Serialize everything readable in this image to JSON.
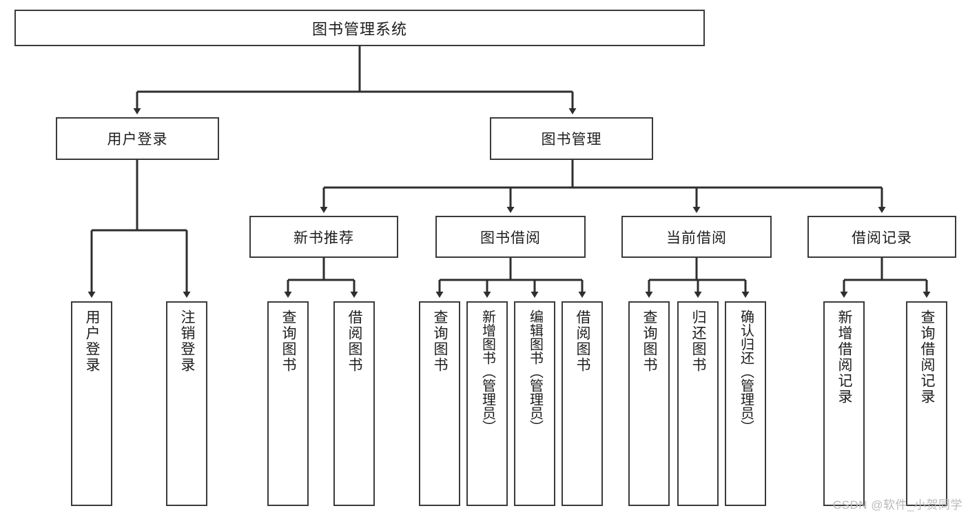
{
  "diagram": {
    "title": "图书管理系统",
    "type": "tree",
    "root": {
      "label": "图书管理系统"
    },
    "level1": [
      {
        "label": "用户登录"
      },
      {
        "label": "图书管理"
      }
    ],
    "level2": [
      {
        "label": "新书推荐"
      },
      {
        "label": "图书借阅"
      },
      {
        "label": "当前借阅"
      },
      {
        "label": "借阅记录"
      }
    ],
    "leaves": {
      "user_login": [
        {
          "label": "用户登录"
        },
        {
          "label": "注销登录"
        }
      ],
      "new_books": [
        {
          "label": "查询图书"
        },
        {
          "label": "借阅图书"
        }
      ],
      "book_borrow": [
        {
          "label": "查询图书"
        },
        {
          "label": "新增图书（管理员）"
        },
        {
          "label": "编辑图书（管理员）"
        },
        {
          "label": "借阅图书"
        }
      ],
      "current_borrow": [
        {
          "label": "查询图书"
        },
        {
          "label": "归还图书"
        },
        {
          "label": "确认归还（管理员）"
        }
      ],
      "borrow_records": [
        {
          "label": "新增借阅记录"
        },
        {
          "label": "查询借阅记录"
        }
      ]
    }
  },
  "watermark": {
    "text": "CSDN @软件_小贺同学"
  },
  "colors": {
    "stroke": "#3a3a3a",
    "fill": "#ffffff",
    "text": "#1d1d1d",
    "watermark": "#b9b9b9"
  }
}
